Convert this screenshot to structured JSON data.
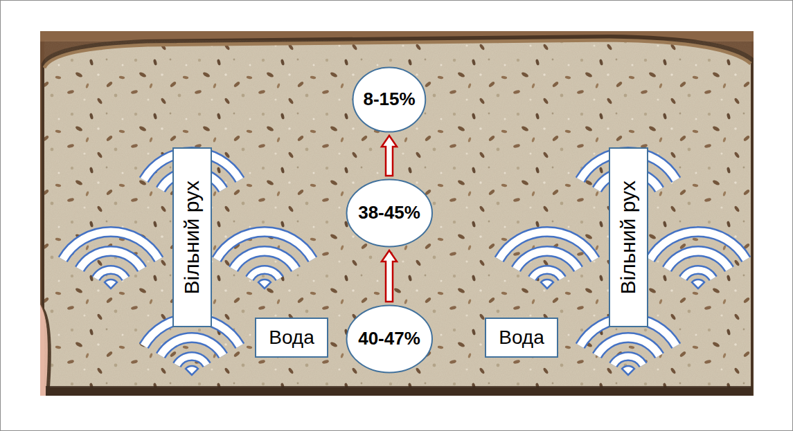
{
  "diagram": {
    "nodes": [
      {
        "text": [
          "8-15%"
        ]
      },
      {
        "text": [
          "Вільний рух"
        ]
      },
      {
        "text": [
          "38-45%"
        ]
      },
      {
        "text": [
          "Вільний рух"
        ]
      },
      {
        "text": [
          "Вода"
        ]
      },
      {
        "text": [
          "40-47%"
        ]
      },
      {
        "text": [
          "Вода"
        ]
      }
    ],
    "edges": [
      {
        "from": 5,
        "to": 2,
        "arrow": "to"
      },
      {
        "from": 2,
        "to": 0,
        "arrow": "to"
      }
    ]
  }
}
